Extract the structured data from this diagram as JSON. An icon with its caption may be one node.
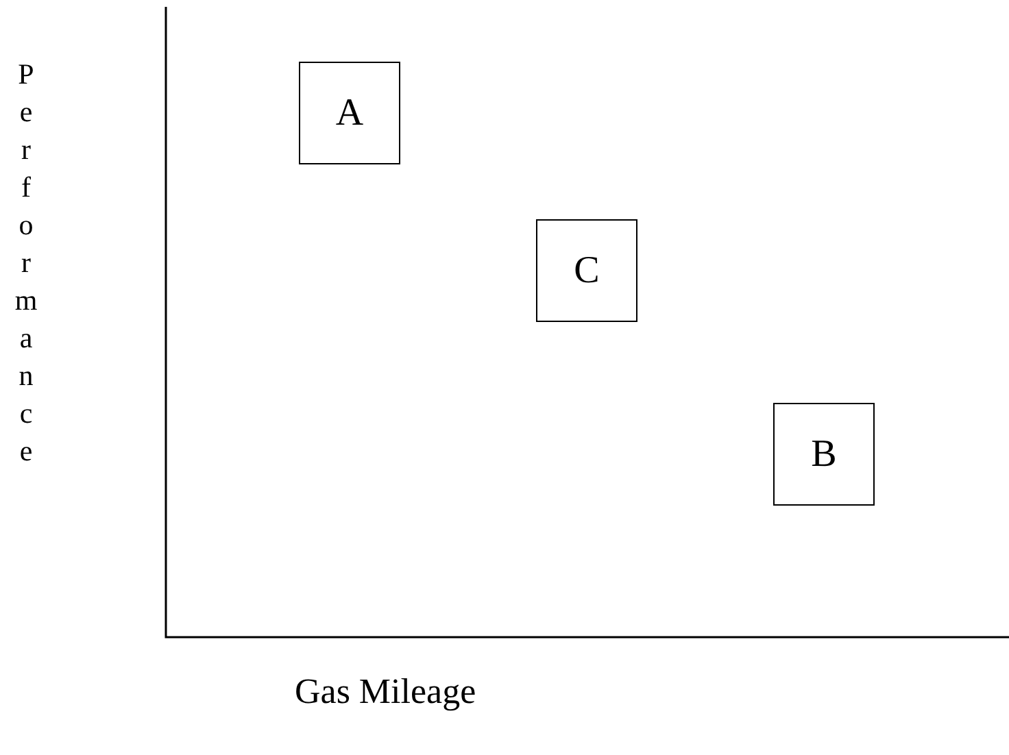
{
  "diagram": {
    "nodes": [
      {
        "text": [
          "A"
        ]
      },
      {
        "text": [
          "C"
        ]
      },
      {
        "text": [
          "B"
        ]
      }
    ],
    "labels": [
      "Performance",
      "Gas Mileage"
    ]
  }
}
